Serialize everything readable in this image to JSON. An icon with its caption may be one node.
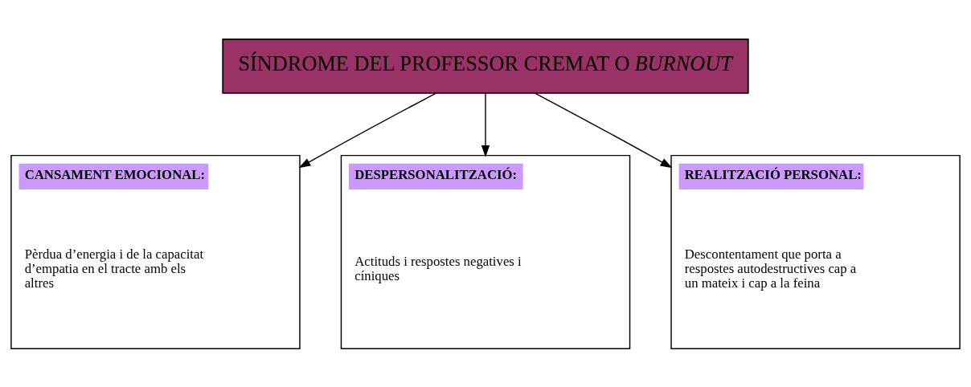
{
  "diagram": {
    "nodes": [
      {
        "text": [
          "SÍNDROME DEL PROFESSOR CREMAT O *BURNOUT*"
        ]
      },
      {
        "text": [
          "CANSAMENT EMOCIONAL:",
          "Pèrdua d’energia i de la capacitat d’empatia en el tracte amb els altres"
        ]
      },
      {
        "text": [
          "DESPERSONALITZACIÓ:",
          "Actituds i respostes negatives i cíniques"
        ]
      },
      {
        "text": [
          "REALITZACIÓ PERSONAL:",
          "Descontentament que porta a respostes autodestructives cap a un mateix i cap a la feina"
        ]
      }
    ],
    "edges": [
      {
        "from": 0,
        "to": 1,
        "arrow": "to"
      },
      {
        "from": 0,
        "to": 2,
        "arrow": "to"
      },
      {
        "from": 0,
        "to": 3,
        "arrow": "to"
      }
    ]
  }
}
